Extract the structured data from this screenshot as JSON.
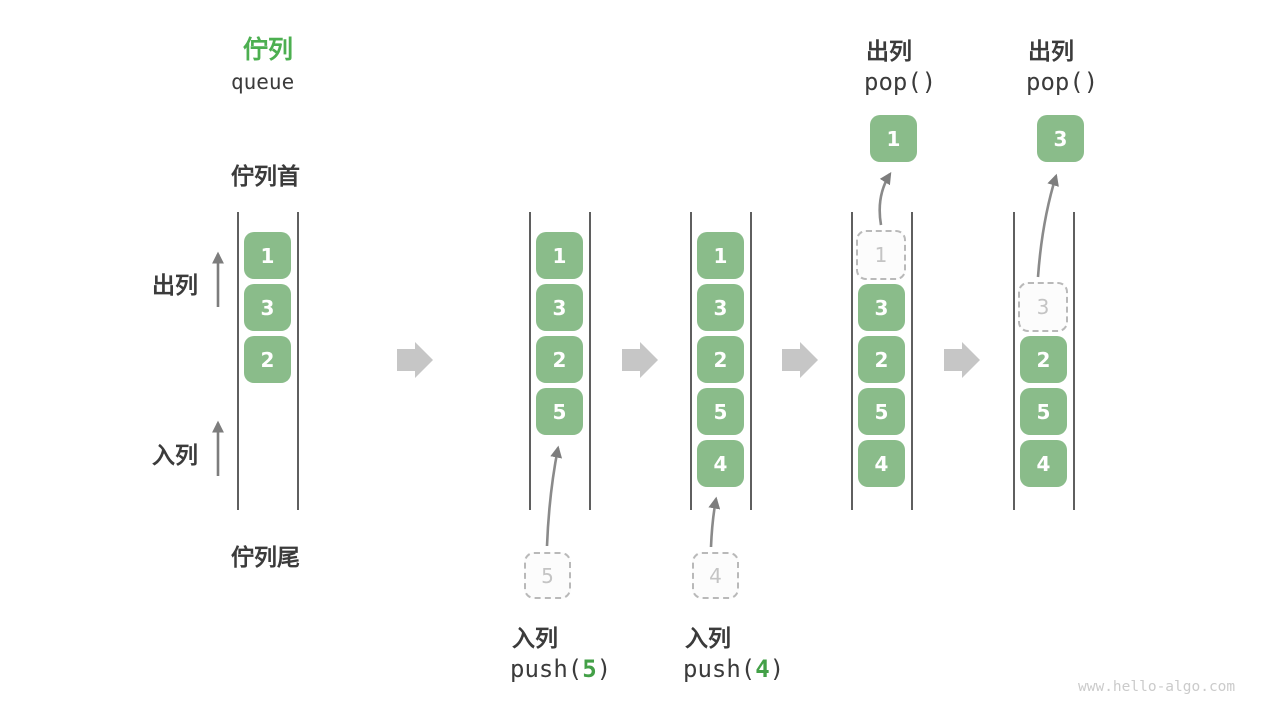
{
  "title": {
    "zh": "佇列",
    "en": "queue"
  },
  "side_labels": {
    "front": "佇列首",
    "rear": "佇列尾",
    "dequeue": "出列",
    "enqueue": "入列"
  },
  "colors": {
    "accent_green": "#4CAF50",
    "box_green": "#8ABC8A",
    "box_text": "#FFFFFF",
    "dark_text": "#3B3B3B",
    "ghost_border": "#B9B9B9",
    "ghost_text": "#C4C4C4",
    "rail_line": "#5F5F5F",
    "flow_arrow": "#C6C6C6",
    "thin_arrow": "#7D7D7D",
    "watermark_text": "#CBCBCB"
  },
  "states": [
    {
      "boxes": [
        "1",
        "3",
        "2"
      ]
    },
    {
      "boxes": [
        "1",
        "3",
        "2",
        "5"
      ],
      "ghost": "5",
      "action": {
        "label": "入列",
        "code_open": "push(",
        "arg": "5",
        "code_close": ")"
      }
    },
    {
      "boxes": [
        "1",
        "3",
        "2",
        "5",
        "4"
      ],
      "ghost": "4",
      "action": {
        "label": "入列",
        "code_open": "push(",
        "arg": "4",
        "code_close": ")"
      }
    },
    {
      "popped_slot": "1",
      "boxes": [
        "3",
        "2",
        "5",
        "4"
      ],
      "pop": {
        "label": "出列",
        "code": "pop()",
        "value": "1"
      }
    },
    {
      "popped_slot": "3",
      "boxes": [
        "2",
        "5",
        "4"
      ],
      "pop": {
        "label": "出列",
        "code": "pop()",
        "value": "3"
      }
    }
  ],
  "watermark": "www.hello-algo.com"
}
